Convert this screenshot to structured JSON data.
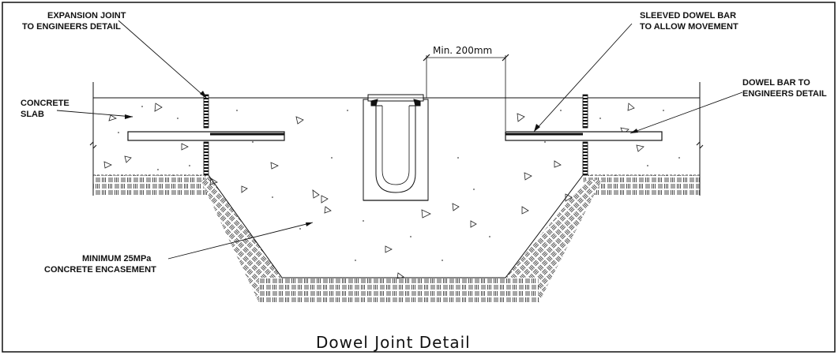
{
  "title": "Dowel Joint Detail",
  "dimension": "Min. 200mm",
  "labels": {
    "expansion_joint": [
      "EXPANSION JOINT",
      "TO ENGINEERS DETAIL"
    ],
    "concrete_slab": [
      "CONCRETE",
      "SLAB"
    ],
    "sleeved_dowel": [
      "SLEEVED DOWEL BAR",
      "TO ALLOW MOVEMENT"
    ],
    "dowel_bar": [
      "DOWEL BAR TO",
      "ENGINEERS DETAIL"
    ],
    "encasement": [
      "MINIMUM 25MPa",
      "CONCRETE ENCASEMENT"
    ]
  }
}
